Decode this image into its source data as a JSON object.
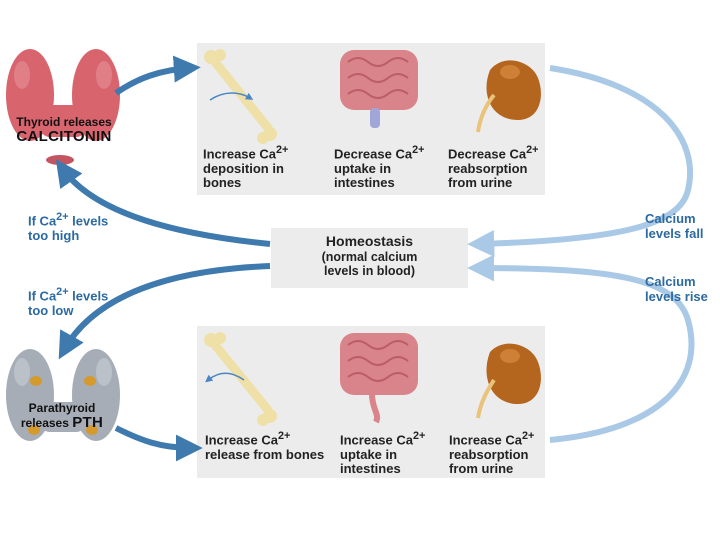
{
  "top": {
    "gland_line1": "Thyroid releases",
    "gland_line2": "CALCITONIN",
    "effects": [
      {
        "line1": "Increase Ca",
        "line2": "deposition in",
        "line3": "bones"
      },
      {
        "line1": "Decrease Ca",
        "line2": "uptake in",
        "line3": "intestines"
      },
      {
        "line1": "Decrease Ca",
        "line2": "reabsorption",
        "line3": "from urine"
      }
    ]
  },
  "bottom": {
    "gland_line1": "Parathyroid",
    "gland_line2_a": "releases ",
    "gland_line2_b": "PTH",
    "effects": [
      {
        "line1": "Increase Ca",
        "line2": "release from bones",
        "line3": ""
      },
      {
        "line1": "Increase Ca",
        "line2": "uptake in",
        "line3": "intestines"
      },
      {
        "line1": "Increase Ca",
        "line2": "reabsorption",
        "line3": "from urine"
      }
    ]
  },
  "superscript": "2+",
  "homeostasis": {
    "title": "Homeostasis",
    "sub1": "(normal calcium",
    "sub2": "levels in blood)"
  },
  "left": {
    "high_prefix": "If Ca",
    "high_suffix": " levels",
    "high_line2": "too high",
    "low_prefix": "If Ca",
    "low_suffix": " levels",
    "low_line2": "too low"
  },
  "right": {
    "fall_line1": "Calcium",
    "fall_line2": "levels fall",
    "rise_line1": "Calcium",
    "rise_line2": "levels rise"
  },
  "colors": {
    "arrow_dark": "#3f7aae",
    "arrow_light": "#a9c9e6",
    "panel_bg": "#ececec",
    "label_blue": "#2c6aa0",
    "thyroid_red": "#d8646e",
    "parathyroid_gray": "#a7adb6",
    "parathyroid_gold": "#d49a2c",
    "bone": "#efe0a8",
    "intestine": "#d9848a",
    "kidney": "#b4651e"
  },
  "icons": [
    "thyroid-icon",
    "parathyroid-icon",
    "bone-icon",
    "intestine-icon",
    "kidney-icon"
  ]
}
